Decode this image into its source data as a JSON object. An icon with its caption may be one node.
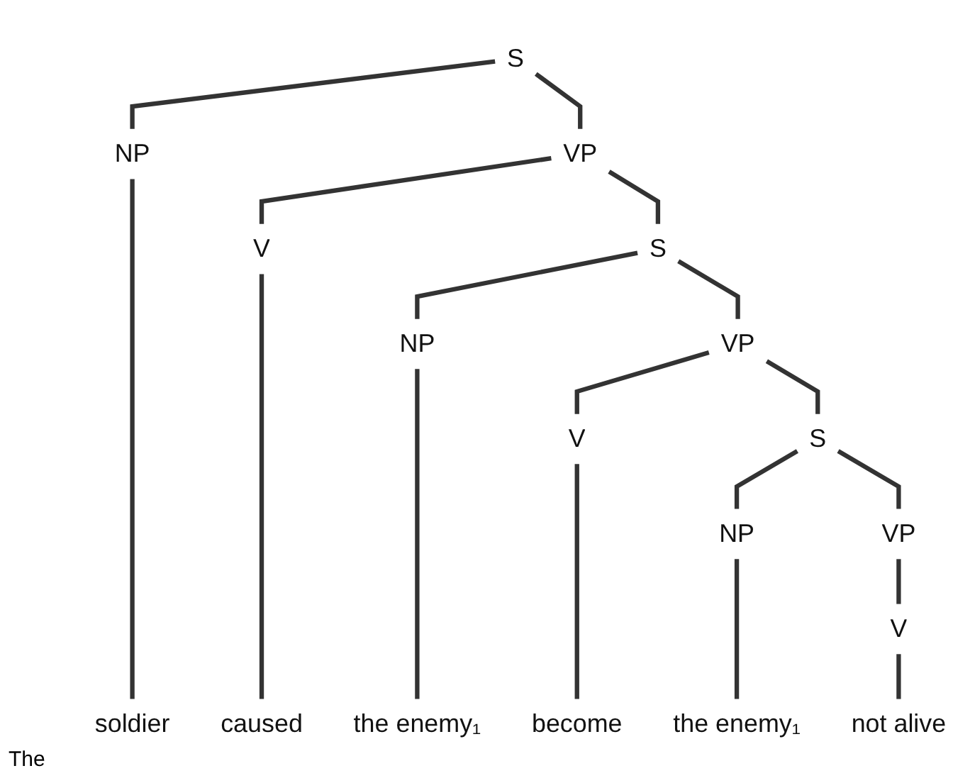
{
  "diagram": {
    "nodes": [
      {
        "text": [
          "S"
        ]
      },
      {
        "text": [
          "NP"
        ]
      },
      {
        "text": [
          "VP"
        ]
      },
      {
        "text": [
          "V"
        ]
      },
      {
        "text": [
          "S"
        ]
      },
      {
        "text": [
          "NP"
        ]
      },
      {
        "text": [
          "VP"
        ]
      },
      {
        "text": [
          "V"
        ]
      },
      {
        "text": [
          "S"
        ]
      },
      {
        "text": [
          "NP"
        ]
      },
      {
        "text": [
          "VP"
        ]
      },
      {
        "text": [
          "V"
        ]
      },
      {
        "text": [
          "soldier"
        ]
      },
      {
        "text": [
          "caused"
        ]
      },
      {
        "text": [
          "the enemy₁"
        ]
      },
      {
        "text": [
          "become"
        ]
      },
      {
        "text": [
          "the enemy₁"
        ]
      },
      {
        "text": [
          "not alive"
        ]
      }
    ],
    "edges": [
      {
        "from": 0,
        "to": 1,
        "arrow": "none"
      },
      {
        "from": 0,
        "to": 2,
        "arrow": "none"
      },
      {
        "from": 1,
        "to": 12,
        "arrow": "none"
      },
      {
        "from": 2,
        "to": 3,
        "arrow": "none"
      },
      {
        "from": 2,
        "to": 4,
        "arrow": "none"
      },
      {
        "from": 3,
        "to": 13,
        "arrow": "none"
      },
      {
        "from": 4,
        "to": 5,
        "arrow": "none"
      },
      {
        "from": 4,
        "to": 6,
        "arrow": "none"
      },
      {
        "from": 5,
        "to": 14,
        "arrow": "none"
      },
      {
        "from": 6,
        "to": 7,
        "arrow": "none"
      },
      {
        "from": 6,
        "to": 8,
        "arrow": "none"
      },
      {
        "from": 7,
        "to": 15,
        "arrow": "none"
      },
      {
        "from": 8,
        "to": 9,
        "arrow": "none"
      },
      {
        "from": 8,
        "to": 10,
        "arrow": "none"
      },
      {
        "from": 9,
        "to": 16,
        "arrow": "none"
      },
      {
        "from": 10,
        "to": 11,
        "arrow": "none"
      },
      {
        "from": 11,
        "to": 17,
        "arrow": "none"
      }
    ],
    "labels": [
      "The"
    ]
  }
}
